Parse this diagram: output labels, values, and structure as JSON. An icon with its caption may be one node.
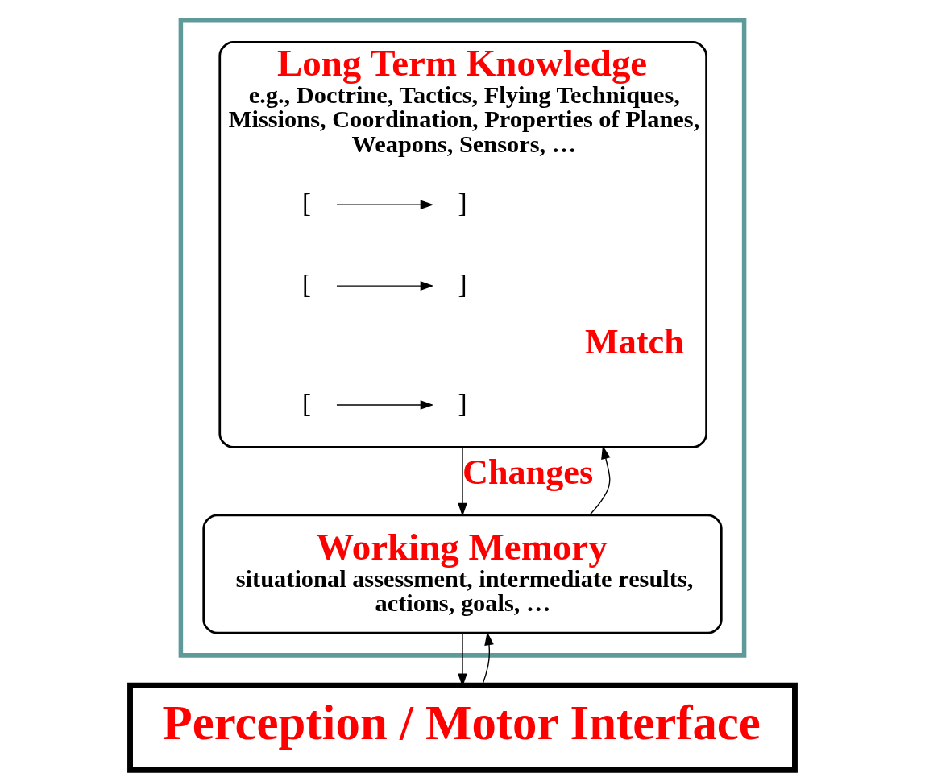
{
  "diagram": {
    "nodes": [
      {
        "text": [],
        "shape": "box"
      },
      {
        "text": [
          "Long Term Knowledge",
          "e.g., Doctrine, Tactics, Flying Techniques, Missions, Coordination, Properties of Planes, Weapons, Sensors, …"
        ],
        "in": 0
      },
      {
        "text": [
          "["
        ],
        "in": 1
      },
      {
        "text": [
          "]"
        ],
        "in": 1
      },
      {
        "text": [
          "["
        ],
        "in": 1
      },
      {
        "text": [
          "]"
        ],
        "in": 1
      },
      {
        "text": [
          "["
        ],
        "in": 1
      },
      {
        "text": [
          "]"
        ],
        "in": 1
      },
      {
        "text": [
          "Working Memory",
          "situational assessment, intermediate results, actions, goals, …"
        ],
        "in": 0
      },
      {
        "text": [
          "Perception / Motor Interface"
        ]
      }
    ],
    "edges": [
      {
        "from": 2,
        "to": 3,
        "arrow": "to"
      },
      {
        "from": 4,
        "to": 5,
        "arrow": "to"
      },
      {
        "from": 6,
        "to": 7,
        "arrow": "to"
      },
      {
        "from": 1,
        "to": 8,
        "arrow": "to",
        "label": "Changes"
      },
      {
        "from": 8,
        "to": 1,
        "arrow": "to",
        "label": "Match"
      },
      {
        "from": 8,
        "to": 9,
        "arrow": "to"
      },
      {
        "from": 9,
        "to": 8,
        "arrow": "to"
      }
    ]
  }
}
